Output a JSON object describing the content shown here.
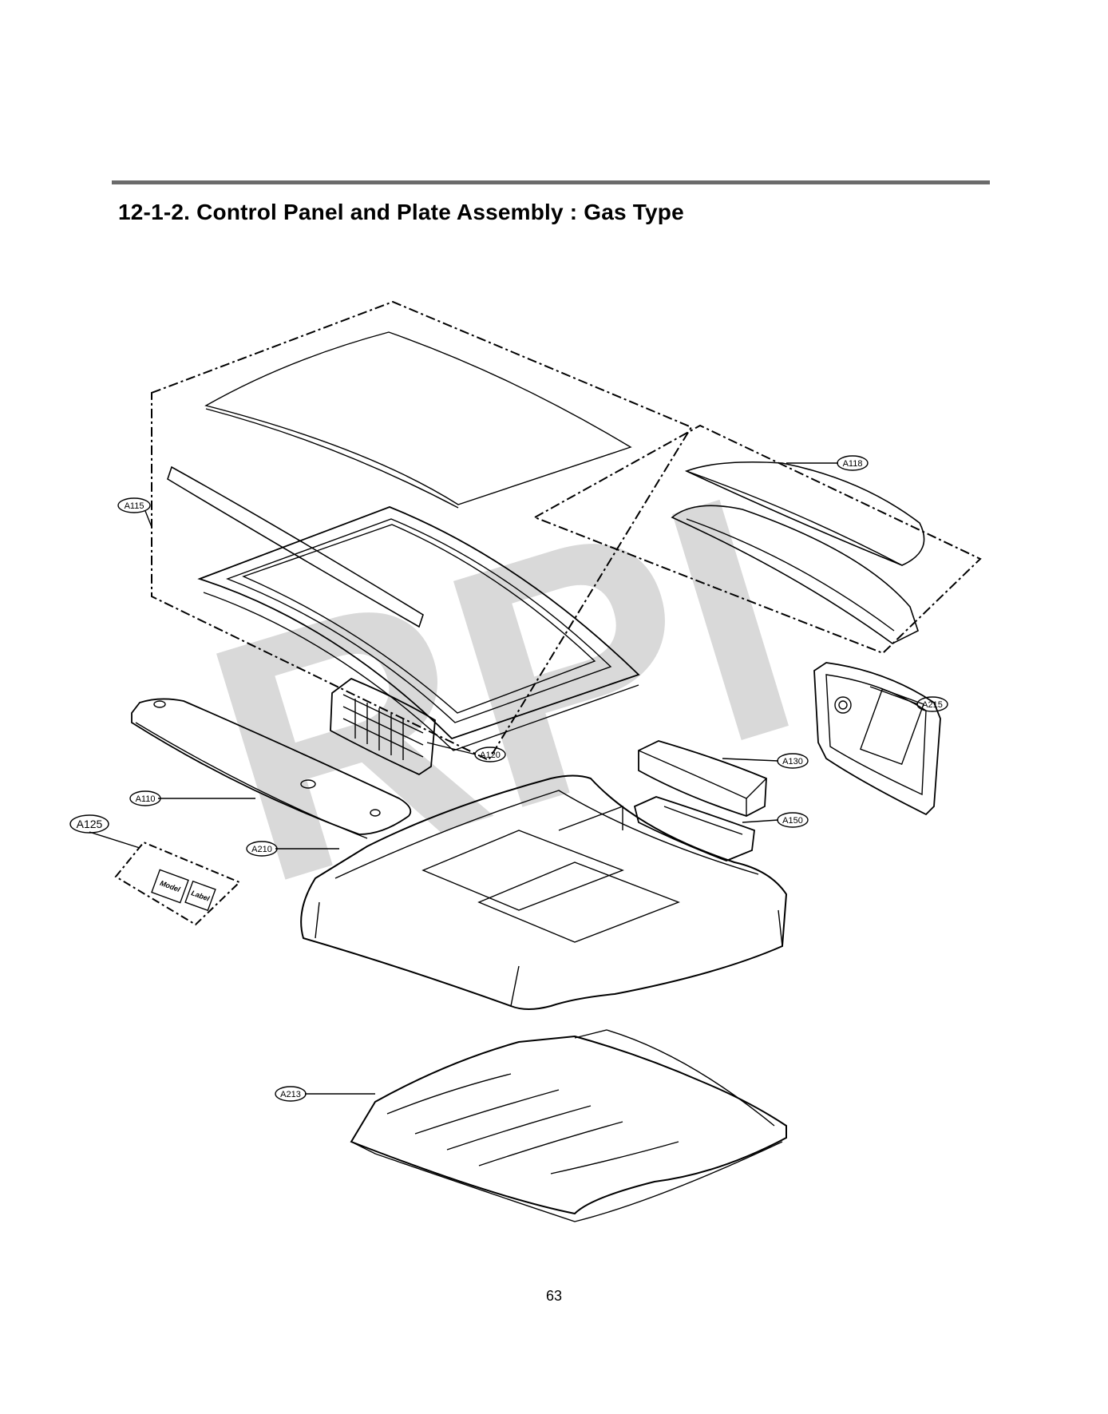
{
  "page": {
    "section_title": "12-1-2. Control Panel and Plate Assembly : Gas Type",
    "page_number": "63"
  },
  "watermark": "RPI",
  "callouts": {
    "a115": "A115",
    "a118": "A118",
    "a215": "A215",
    "a120": "A120",
    "a130": "A130",
    "a110": "A110",
    "a150": "A150",
    "a125": "A125",
    "a210": "A210",
    "a213": "A213"
  },
  "labels": {
    "model_label": "Model",
    "label_label": "Label"
  },
  "colors": {
    "rule": "#6b6b6b",
    "watermark": "#d9d9d9",
    "line": "#000000"
  }
}
